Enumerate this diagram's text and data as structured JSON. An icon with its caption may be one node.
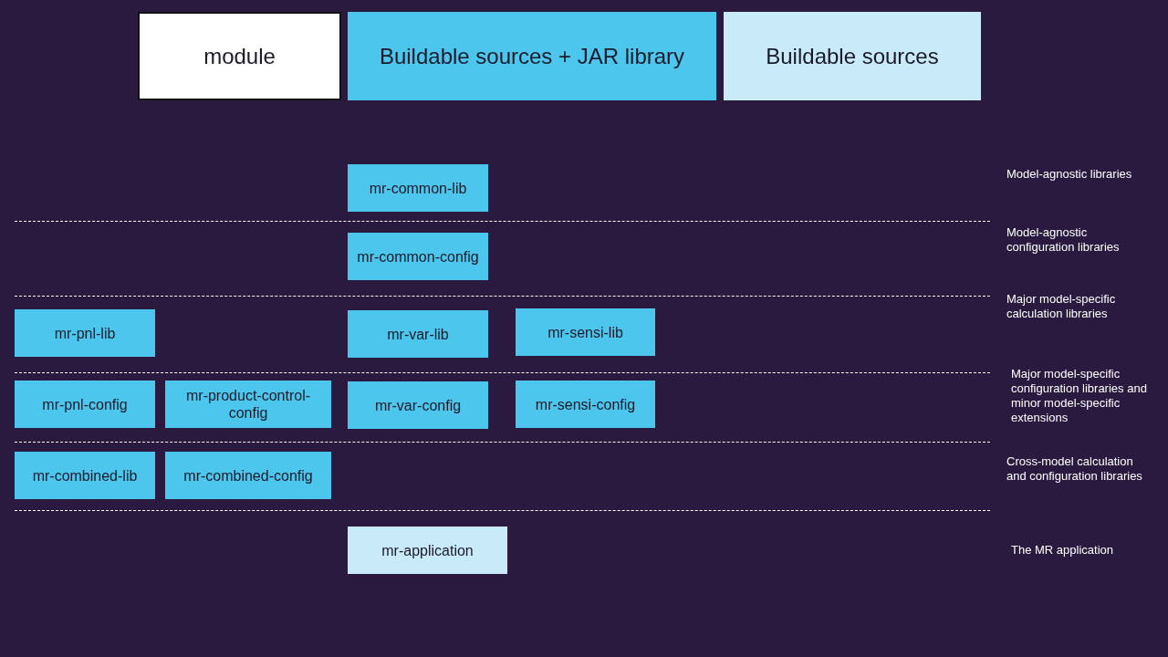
{
  "diagram": {
    "nodes": [
      {
        "text": [
          "mr-common-lib"
        ]
      },
      {
        "text": [
          "mr-common-config"
        ]
      },
      {
        "text": [
          "mr-pnl-lib"
        ]
      },
      {
        "text": [
          "mr-var-lib"
        ]
      },
      {
        "text": [
          "mr-sensi-lib"
        ]
      },
      {
        "text": [
          "mr-pnl-config"
        ]
      },
      {
        "text": [
          "mr-product-control-config"
        ]
      },
      {
        "text": [
          "mr-var-config"
        ]
      },
      {
        "text": [
          "mr-sensi-config"
        ]
      },
      {
        "text": [
          "mr-combined-lib"
        ]
      },
      {
        "text": [
          "mr-combined-config"
        ]
      },
      {
        "text": [
          "mr-application"
        ]
      }
    ],
    "edges": [],
    "labels": [
      "Model-agnostic libraries",
      "Model-agnostic configuration libraries",
      "Major model-specific calculation libraries",
      "Major model-specific configuration libraries and minor model-specific extensions",
      "Cross-model calculation and configuration libraries",
      "The MR application"
    ],
    "legend": [
      {
        "text": "module",
        "color": "#ffffff"
      },
      {
        "text": "Buildable sources + JAR library",
        "color": "#4cc6ec"
      },
      {
        "text": "Buildable sources",
        "color": "#c8eaf9"
      }
    ]
  }
}
